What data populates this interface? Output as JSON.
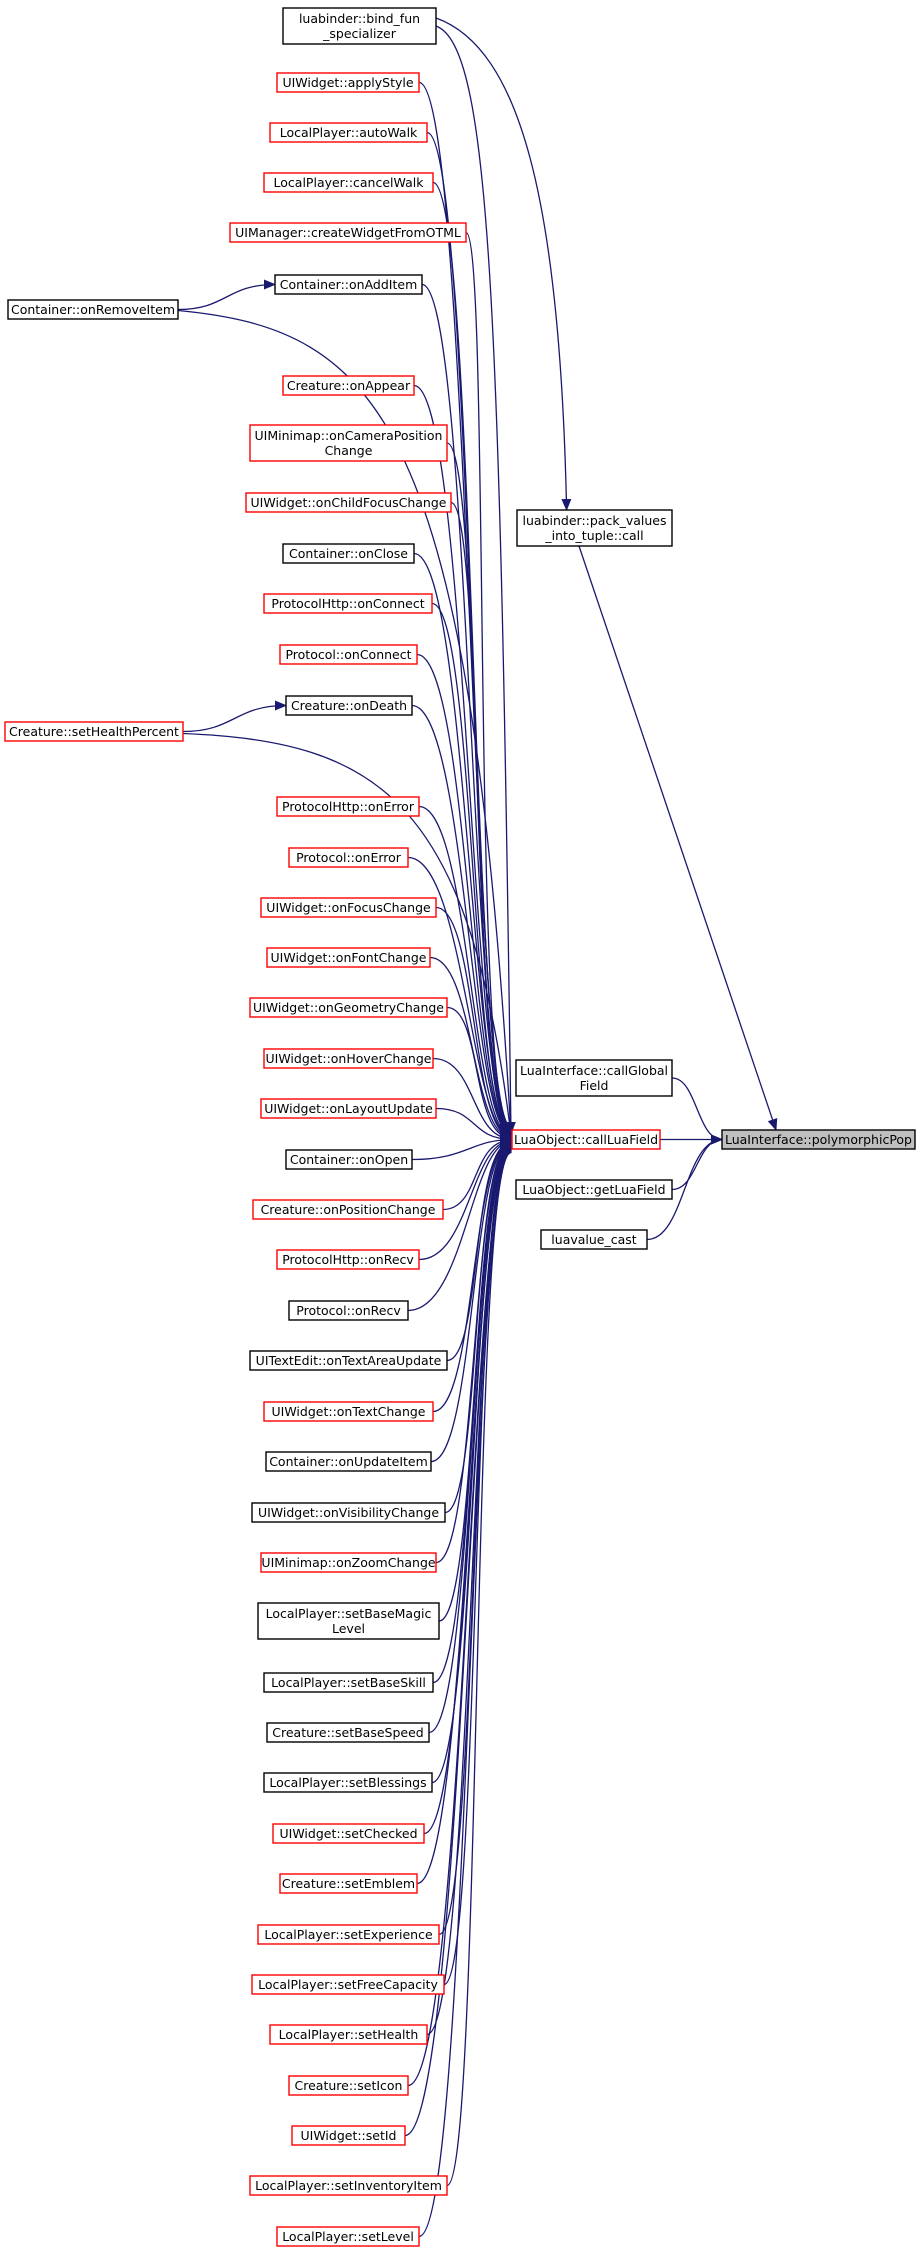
{
  "colors": {
    "edge": "#191970",
    "border_complete": "#000000",
    "border_truncated": "#ff0000",
    "focus_fill": "#bfbfbf"
  },
  "nodes": {
    "polymorphicPop": {
      "lines": [
        "LuaInterface::polymorphicPop"
      ],
      "border": "black",
      "focus": true
    },
    "callLuaField": {
      "lines": [
        "LuaObject::callLuaField"
      ],
      "border": "red"
    },
    "callGlobalField": {
      "lines": [
        "LuaInterface::callGlobal",
        "Field"
      ],
      "border": "black"
    },
    "getLuaField": {
      "lines": [
        "LuaObject::getLuaField"
      ],
      "border": "black"
    },
    "luavalue_cast": {
      "lines": [
        "luavalue_cast"
      ],
      "border": "black"
    },
    "pack_values": {
      "lines": [
        "luabinder::pack_values",
        "_into_tuple::call"
      ],
      "border": "black"
    },
    "bind_fun": {
      "lines": [
        "luabinder::bind_fun",
        "_specializer"
      ],
      "border": "black"
    },
    "applyStyle": {
      "lines": [
        "UIWidget::applyStyle"
      ],
      "border": "red"
    },
    "autoWalk": {
      "lines": [
        "LocalPlayer::autoWalk"
      ],
      "border": "red"
    },
    "cancelWalk": {
      "lines": [
        "LocalPlayer::cancelWalk"
      ],
      "border": "red"
    },
    "createWidgetFromOTML": {
      "lines": [
        "UIManager::createWidgetFromOTML"
      ],
      "border": "red"
    },
    "onAddItem": {
      "lines": [
        "Container::onAddItem"
      ],
      "border": "black"
    },
    "onRemoveItem": {
      "lines": [
        "Container::onRemoveItem"
      ],
      "border": "black"
    },
    "onAppear": {
      "lines": [
        "Creature::onAppear"
      ],
      "border": "red"
    },
    "onCameraPositionChange": {
      "lines": [
        "UIMinimap::onCameraPosition",
        "Change"
      ],
      "border": "red"
    },
    "onChildFocusChange": {
      "lines": [
        "UIWidget::onChildFocusChange"
      ],
      "border": "red"
    },
    "onClose": {
      "lines": [
        "Container::onClose"
      ],
      "border": "black"
    },
    "httpOnConnect": {
      "lines": [
        "ProtocolHttp::onConnect"
      ],
      "border": "red"
    },
    "protoOnConnect": {
      "lines": [
        "Protocol::onConnect"
      ],
      "border": "red"
    },
    "onDeath": {
      "lines": [
        "Creature::onDeath"
      ],
      "border": "black"
    },
    "setHealthPercent": {
      "lines": [
        "Creature::setHealthPercent"
      ],
      "border": "red"
    },
    "httpOnError": {
      "lines": [
        "ProtocolHttp::onError"
      ],
      "border": "red"
    },
    "protoOnError": {
      "lines": [
        "Protocol::onError"
      ],
      "border": "red"
    },
    "onFocusChange": {
      "lines": [
        "UIWidget::onFocusChange"
      ],
      "border": "red"
    },
    "onFontChange": {
      "lines": [
        "UIWidget::onFontChange"
      ],
      "border": "red"
    },
    "onGeometryChange": {
      "lines": [
        "UIWidget::onGeometryChange"
      ],
      "border": "red"
    },
    "onHoverChange": {
      "lines": [
        "UIWidget::onHoverChange"
      ],
      "border": "red"
    },
    "onLayoutUpdate": {
      "lines": [
        "UIWidget::onLayoutUpdate"
      ],
      "border": "red"
    },
    "onOpen": {
      "lines": [
        "Container::onOpen"
      ],
      "border": "black"
    },
    "onPositionChange": {
      "lines": [
        "Creature::onPositionChange"
      ],
      "border": "red"
    },
    "httpOnRecv": {
      "lines": [
        "ProtocolHttp::onRecv"
      ],
      "border": "red"
    },
    "protoOnRecv": {
      "lines": [
        "Protocol::onRecv"
      ],
      "border": "black"
    },
    "onTextAreaUpdate": {
      "lines": [
        "UITextEdit::onTextAreaUpdate"
      ],
      "border": "black"
    },
    "onTextChange": {
      "lines": [
        "UIWidget::onTextChange"
      ],
      "border": "red"
    },
    "onUpdateItem": {
      "lines": [
        "Container::onUpdateItem"
      ],
      "border": "black"
    },
    "onVisibilityChange": {
      "lines": [
        "UIWidget::onVisibilityChange"
      ],
      "border": "black"
    },
    "onZoomChange": {
      "lines": [
        "UIMinimap::onZoomChange"
      ],
      "border": "red"
    },
    "setBaseMagicLevel": {
      "lines": [
        "LocalPlayer::setBaseMagic",
        "Level"
      ],
      "border": "black"
    },
    "setBaseSkill": {
      "lines": [
        "LocalPlayer::setBaseSkill"
      ],
      "border": "black"
    },
    "setBaseSpeed": {
      "lines": [
        "Creature::setBaseSpeed"
      ],
      "border": "black"
    },
    "setBlessings": {
      "lines": [
        "LocalPlayer::setBlessings"
      ],
      "border": "black"
    },
    "setChecked": {
      "lines": [
        "UIWidget::setChecked"
      ],
      "border": "red"
    },
    "setEmblem": {
      "lines": [
        "Creature::setEmblem"
      ],
      "border": "red"
    },
    "setExperience": {
      "lines": [
        "LocalPlayer::setExperience"
      ],
      "border": "red"
    },
    "setFreeCapacity": {
      "lines": [
        "LocalPlayer::setFreeCapacity"
      ],
      "border": "red"
    },
    "setHealth": {
      "lines": [
        "LocalPlayer::setHealth"
      ],
      "border": "red"
    },
    "setIcon": {
      "lines": [
        "Creature::setIcon"
      ],
      "border": "red"
    },
    "setId": {
      "lines": [
        "UIWidget::setId"
      ],
      "border": "red"
    },
    "setInventoryItem": {
      "lines": [
        "LocalPlayer::setInventoryItem"
      ],
      "border": "red"
    },
    "setLevel": {
      "lines": [
        "LocalPlayer::setLevel"
      ],
      "border": "red"
    }
  },
  "edges": [
    [
      "callLuaField",
      "polymorphicPop"
    ],
    [
      "callGlobalField",
      "polymorphicPop"
    ],
    [
      "getLuaField",
      "polymorphicPop"
    ],
    [
      "luavalue_cast",
      "polymorphicPop"
    ],
    [
      "pack_values",
      "polymorphicPop"
    ],
    [
      "bind_fun",
      "pack_values"
    ],
    [
      "onRemoveItem",
      "onAddItem"
    ],
    [
      "setHealthPercent",
      "onDeath"
    ],
    [
      "bind_fun",
      "callLuaField"
    ],
    [
      "applyStyle",
      "callLuaField"
    ],
    [
      "autoWalk",
      "callLuaField"
    ],
    [
      "cancelWalk",
      "callLuaField"
    ],
    [
      "createWidgetFromOTML",
      "callLuaField"
    ],
    [
      "onAddItem",
      "callLuaField"
    ],
    [
      "onRemoveItem",
      "callLuaField"
    ],
    [
      "onAppear",
      "callLuaField"
    ],
    [
      "onCameraPositionChange",
      "callLuaField"
    ],
    [
      "onChildFocusChange",
      "callLuaField"
    ],
    [
      "onClose",
      "callLuaField"
    ],
    [
      "httpOnConnect",
      "callLuaField"
    ],
    [
      "protoOnConnect",
      "callLuaField"
    ],
    [
      "onDeath",
      "callLuaField"
    ],
    [
      "setHealthPercent",
      "callLuaField"
    ],
    [
      "httpOnError",
      "callLuaField"
    ],
    [
      "protoOnError",
      "callLuaField"
    ],
    [
      "onFocusChange",
      "callLuaField"
    ],
    [
      "onFontChange",
      "callLuaField"
    ],
    [
      "onGeometryChange",
      "callLuaField"
    ],
    [
      "onHoverChange",
      "callLuaField"
    ],
    [
      "onLayoutUpdate",
      "callLuaField"
    ],
    [
      "onOpen",
      "callLuaField"
    ],
    [
      "onPositionChange",
      "callLuaField"
    ],
    [
      "httpOnRecv",
      "callLuaField"
    ],
    [
      "protoOnRecv",
      "callLuaField"
    ],
    [
      "onTextAreaUpdate",
      "callLuaField"
    ],
    [
      "onTextChange",
      "callLuaField"
    ],
    [
      "onUpdateItem",
      "callLuaField"
    ],
    [
      "onVisibilityChange",
      "callLuaField"
    ],
    [
      "onZoomChange",
      "callLuaField"
    ],
    [
      "setBaseMagicLevel",
      "callLuaField"
    ],
    [
      "setBaseSkill",
      "callLuaField"
    ],
    [
      "setBaseSpeed",
      "callLuaField"
    ],
    [
      "setBlessings",
      "callLuaField"
    ],
    [
      "setChecked",
      "callLuaField"
    ],
    [
      "setEmblem",
      "callLuaField"
    ],
    [
      "setExperience",
      "callLuaField"
    ],
    [
      "setFreeCapacity",
      "callLuaField"
    ],
    [
      "setHealth",
      "callLuaField"
    ],
    [
      "setIcon",
      "callLuaField"
    ],
    [
      "setId",
      "callLuaField"
    ],
    [
      "setInventoryItem",
      "callLuaField"
    ],
    [
      "setLevel",
      "callLuaField"
    ]
  ]
}
